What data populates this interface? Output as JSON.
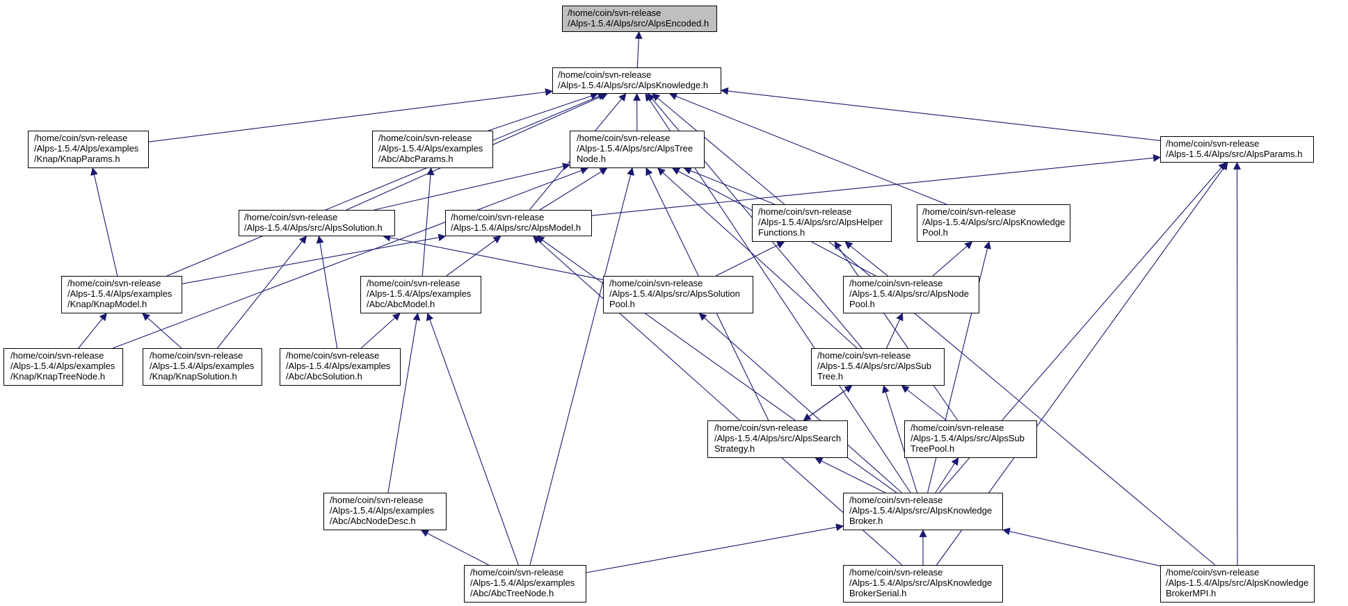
{
  "colors": {
    "edge": "#191970",
    "root_fill": "#bfbfbf",
    "node_border": "#000000"
  },
  "nodes": {
    "encoded": {
      "label": "/home/coin/svn-release\n/Alps-1.5.4/Alps/src/AlpsEncoded.h"
    },
    "knowledge": {
      "label": "/home/coin/svn-release\n/Alps-1.5.4/Alps/src/AlpsKnowledge.h"
    },
    "knapparams": {
      "label": "/home/coin/svn-release\n/Alps-1.5.4/Alps/examples\n/Knap/KnapParams.h"
    },
    "abcparams": {
      "label": "/home/coin/svn-release\n/Alps-1.5.4/Alps/examples\n/Abc/AbcParams.h"
    },
    "treenode": {
      "label": "/home/coin/svn-release\n/Alps-1.5.4/Alps/src/AlpsTree\nNode.h"
    },
    "params": {
      "label": "/home/coin/svn-release\n/Alps-1.5.4/Alps/src/AlpsParams.h"
    },
    "solution": {
      "label": "/home/coin/svn-release\n/Alps-1.5.4/Alps/src/AlpsSolution.h"
    },
    "model": {
      "label": "/home/coin/svn-release\n/Alps-1.5.4/Alps/src/AlpsModel.h"
    },
    "helper": {
      "label": "/home/coin/svn-release\n/Alps-1.5.4/Alps/src/AlpsHelper\nFunctions.h"
    },
    "kpool": {
      "label": "/home/coin/svn-release\n/Alps-1.5.4/Alps/src/AlpsKnowledge\nPool.h"
    },
    "knapmodel": {
      "label": "/home/coin/svn-release\n/Alps-1.5.4/Alps/examples\n/Knap/KnapModel.h"
    },
    "abcmodel": {
      "label": "/home/coin/svn-release\n/Alps-1.5.4/Alps/examples\n/Abc/AbcModel.h"
    },
    "solpool": {
      "label": "/home/coin/svn-release\n/Alps-1.5.4/Alps/src/AlpsSolution\nPool.h"
    },
    "nodepool": {
      "label": "/home/coin/svn-release\n/Alps-1.5.4/Alps/src/AlpsNode\nPool.h"
    },
    "knaptree": {
      "label": "/home/coin/svn-release\n/Alps-1.5.4/Alps/examples\n/Knap/KnapTreeNode.h"
    },
    "knapsol": {
      "label": "/home/coin/svn-release\n/Alps-1.5.4/Alps/examples\n/Knap/KnapSolution.h"
    },
    "abcsol": {
      "label": "/home/coin/svn-release\n/Alps-1.5.4/Alps/examples\n/Abc/AbcSolution.h"
    },
    "subtree": {
      "label": "/home/coin/svn-release\n/Alps-1.5.4/Alps/src/AlpsSub\nTree.h"
    },
    "search": {
      "label": "/home/coin/svn-release\n/Alps-1.5.4/Alps/src/AlpsSearch\nStrategy.h"
    },
    "subtreepool": {
      "label": "/home/coin/svn-release\n/Alps-1.5.4/Alps/src/AlpsSub\nTreePool.h"
    },
    "abcnodedesc": {
      "label": "/home/coin/svn-release\n/Alps-1.5.4/Alps/examples\n/Abc/AbcNodeDesc.h"
    },
    "broker": {
      "label": "/home/coin/svn-release\n/Alps-1.5.4/Alps/src/AlpsKnowledge\nBroker.h"
    },
    "abctree": {
      "label": "/home/coin/svn-release\n/Alps-1.5.4/Alps/examples\n/Abc/AbcTreeNode.h"
    },
    "brokerserial": {
      "label": "/home/coin/svn-release\n/Alps-1.5.4/Alps/src/AlpsKnowledge\nBrokerSerial.h"
    },
    "brokermpi": {
      "label": "/home/coin/svn-release\n/Alps-1.5.4/Alps/src/AlpsKnowledge\nBrokerMPI.h"
    }
  },
  "edges": [
    [
      "knowledge",
      "encoded"
    ],
    [
      "knapparams",
      "knowledge"
    ],
    [
      "abcparams",
      "knowledge"
    ],
    [
      "treenode",
      "knowledge"
    ],
    [
      "params",
      "knowledge"
    ],
    [
      "solution",
      "knowledge"
    ],
    [
      "model",
      "knowledge"
    ],
    [
      "kpool",
      "knowledge"
    ],
    [
      "knapmodel",
      "knowledge"
    ],
    [
      "subtree",
      "knowledge"
    ],
    [
      "broker",
      "knowledge"
    ],
    [
      "brokermpi",
      "knowledge"
    ],
    [
      "knapmodel",
      "knapparams"
    ],
    [
      "abcmodel",
      "abcparams"
    ],
    [
      "solution",
      "treenode"
    ],
    [
      "model",
      "treenode"
    ],
    [
      "helper",
      "treenode"
    ],
    [
      "nodepool",
      "treenode"
    ],
    [
      "subtree",
      "treenode"
    ],
    [
      "search",
      "treenode"
    ],
    [
      "knaptree",
      "treenode"
    ],
    [
      "abctree",
      "treenode"
    ],
    [
      "model",
      "params"
    ],
    [
      "broker",
      "params"
    ],
    [
      "brokerserial",
      "params"
    ],
    [
      "brokermpi",
      "params"
    ],
    [
      "knapsol",
      "solution"
    ],
    [
      "abcsol",
      "solution"
    ],
    [
      "solpool",
      "solution"
    ],
    [
      "knapmodel",
      "model"
    ],
    [
      "abcmodel",
      "model"
    ],
    [
      "broker",
      "model"
    ],
    [
      "brokerserial",
      "model"
    ],
    [
      "nodepool",
      "helper"
    ],
    [
      "solpool",
      "helper"
    ],
    [
      "subtreepool",
      "helper"
    ],
    [
      "nodepool",
      "kpool"
    ],
    [
      "broker",
      "kpool"
    ],
    [
      "knaptree",
      "knapmodel"
    ],
    [
      "knapsol",
      "knapmodel"
    ],
    [
      "abcsol",
      "abcmodel"
    ],
    [
      "abcnodedesc",
      "abcmodel"
    ],
    [
      "abctree",
      "abcmodel"
    ],
    [
      "broker",
      "solpool"
    ],
    [
      "subtree",
      "nodepool"
    ],
    [
      "search",
      "subtree"
    ],
    [
      "subtreepool",
      "subtree"
    ],
    [
      "broker",
      "subtree"
    ],
    [
      "subtree",
      "search"
    ],
    [
      "broker",
      "search"
    ],
    [
      "broker",
      "subtreepool"
    ],
    [
      "abctree",
      "abcnodedesc"
    ],
    [
      "abctree",
      "broker"
    ],
    [
      "brokerserial",
      "broker"
    ],
    [
      "brokermpi",
      "broker"
    ]
  ]
}
